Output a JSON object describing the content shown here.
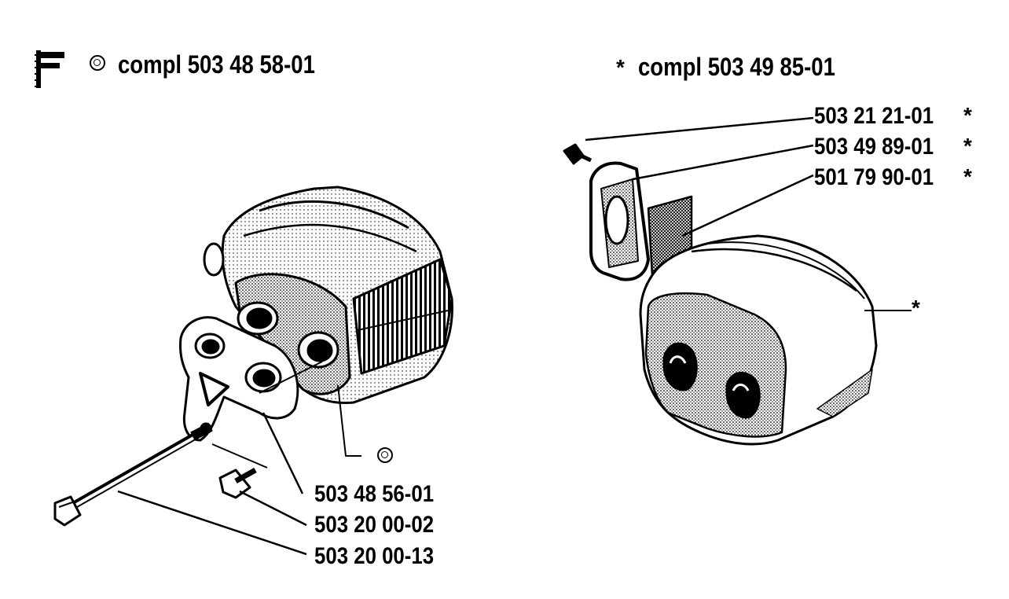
{
  "header_left": {
    "symbol": "ring-symbol",
    "text": "compl 503 48 58-01"
  },
  "header_right": {
    "symbol": "*",
    "text": "compl 503 49 85-01"
  },
  "left_parts": [
    {
      "number": "503 48 56-01"
    },
    {
      "number": "503 20 00-02"
    },
    {
      "number": "503 20 00-13"
    }
  ],
  "left_cover_marker": "ring-symbol",
  "right_parts": [
    {
      "number": "503 21 21-01",
      "mark": "*"
    },
    {
      "number": "503 49 89-01",
      "mark": "*"
    },
    {
      "number": "501 79 90-01",
      "mark": "*"
    }
  ],
  "right_cover_marker": "*",
  "colors": {
    "ink": "#000000",
    "paper": "#ffffff",
    "shade": "#8a8a8a"
  }
}
